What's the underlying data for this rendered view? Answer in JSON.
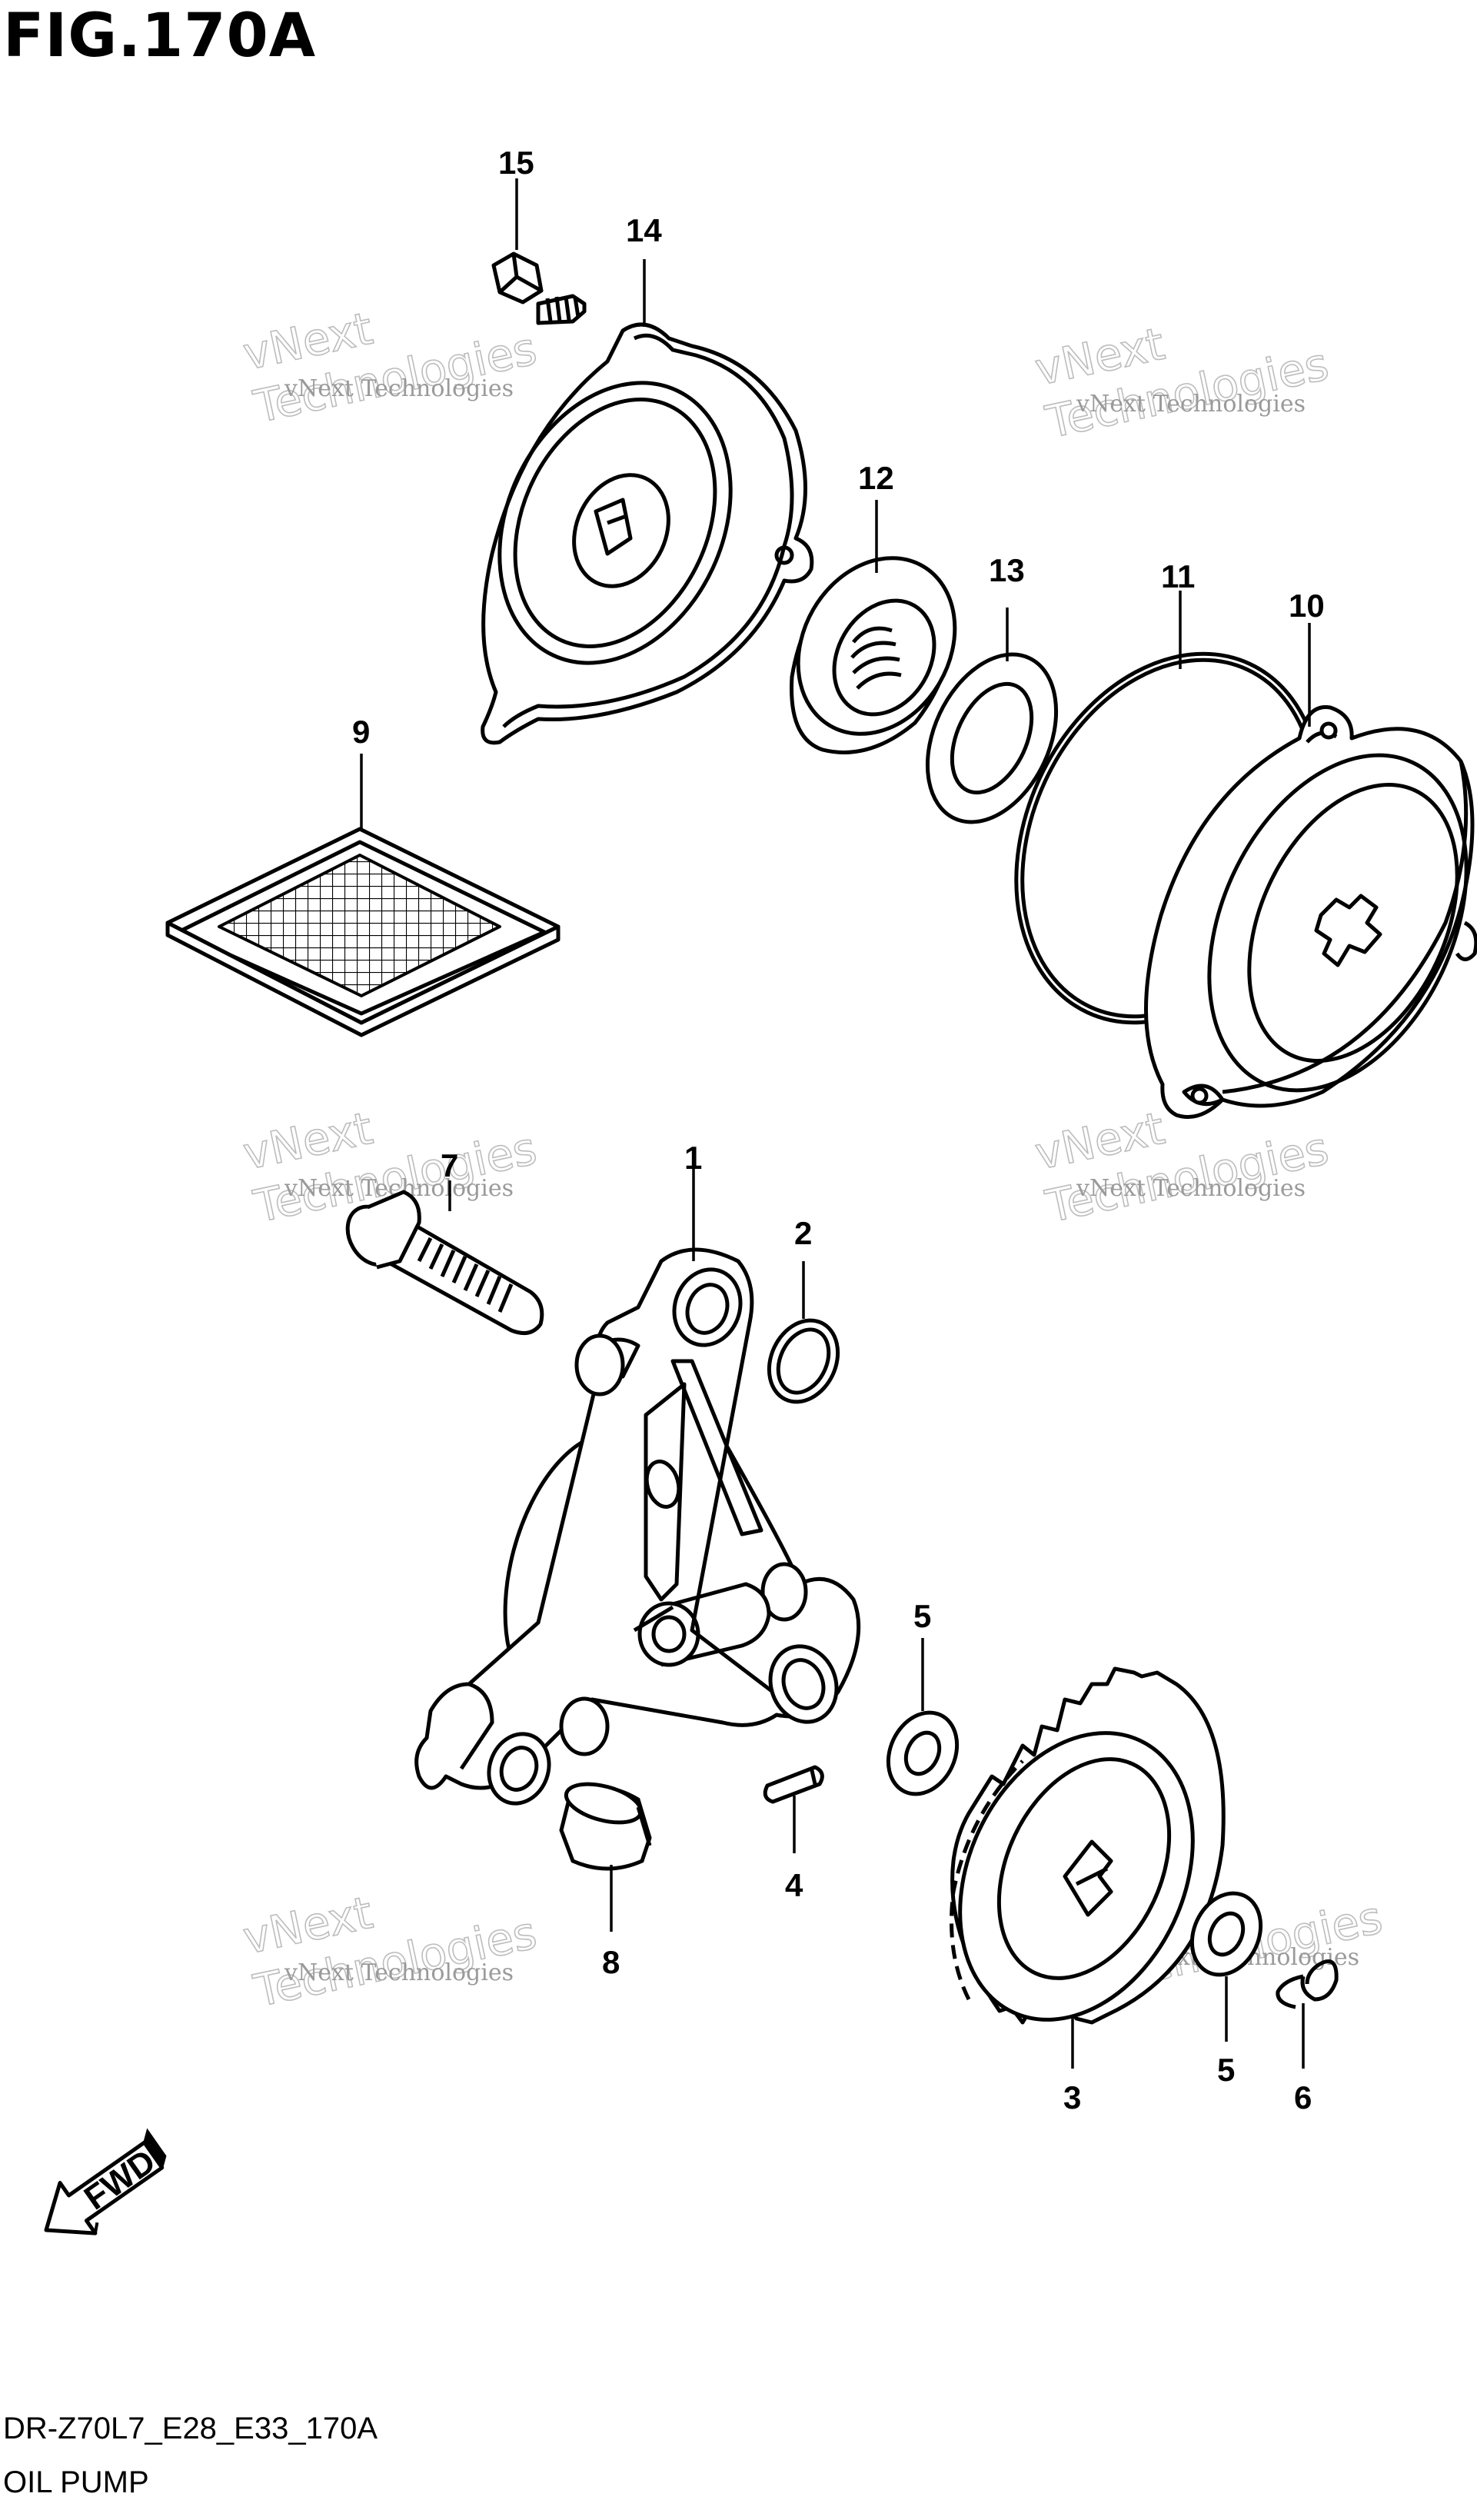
{
  "figure": {
    "title": "FIG.170A",
    "code": "DR-Z70L7_E28_E33_170A",
    "name": "OIL PUMP"
  },
  "watermark": {
    "small": "vNext Technologies",
    "big_line1": "vNext",
    "big_line2": "Technologies"
  },
  "direction_marker": {
    "label": "FWD",
    "icon": "fwd-arrow-icon"
  },
  "callouts": [
    "15",
    "14",
    "12",
    "13",
    "11",
    "10",
    "9",
    "7",
    "1",
    "2",
    "5",
    "4",
    "8",
    "3",
    "5",
    "6"
  ]
}
